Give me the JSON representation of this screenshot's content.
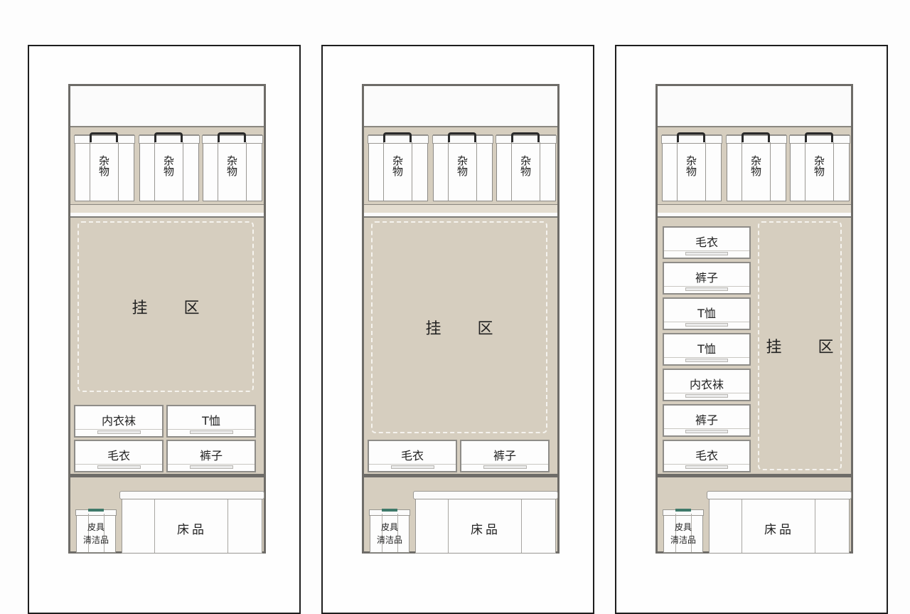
{
  "colors": {
    "cabinet_fill": "#d6cebf",
    "cabinet_border": "#6e6c68",
    "panel_border": "#1e1e1e",
    "box_fill": "#fdfdfd",
    "strap_accent": "#3f7a6a"
  },
  "panels": [
    {
      "storage_boxes": [
        "杂物",
        "杂物",
        "杂物"
      ],
      "hanging_zone": "挂 区",
      "drawers": [
        "内衣袜",
        "T恤",
        "毛衣",
        "裤子"
      ],
      "bedding": "床品",
      "cleaning_box": "皮具清洁品"
    },
    {
      "storage_boxes": [
        "杂物",
        "杂物",
        "杂物"
      ],
      "hanging_zone": "挂 区",
      "drawers": [
        "毛衣",
        "裤子"
      ],
      "bedding": "床品",
      "cleaning_box": "皮具清洁品"
    },
    {
      "storage_boxes": [
        "杂物",
        "杂物",
        "杂物"
      ],
      "hanging_zone": "挂 区",
      "drawers": [
        "毛衣",
        "裤子",
        "T恤",
        "T恤",
        "内衣袜",
        "裤子",
        "毛衣"
      ],
      "bedding": "床品",
      "cleaning_box": "皮具清洁品"
    }
  ],
  "cleaning_lines": [
    "皮具",
    "清洁品"
  ]
}
